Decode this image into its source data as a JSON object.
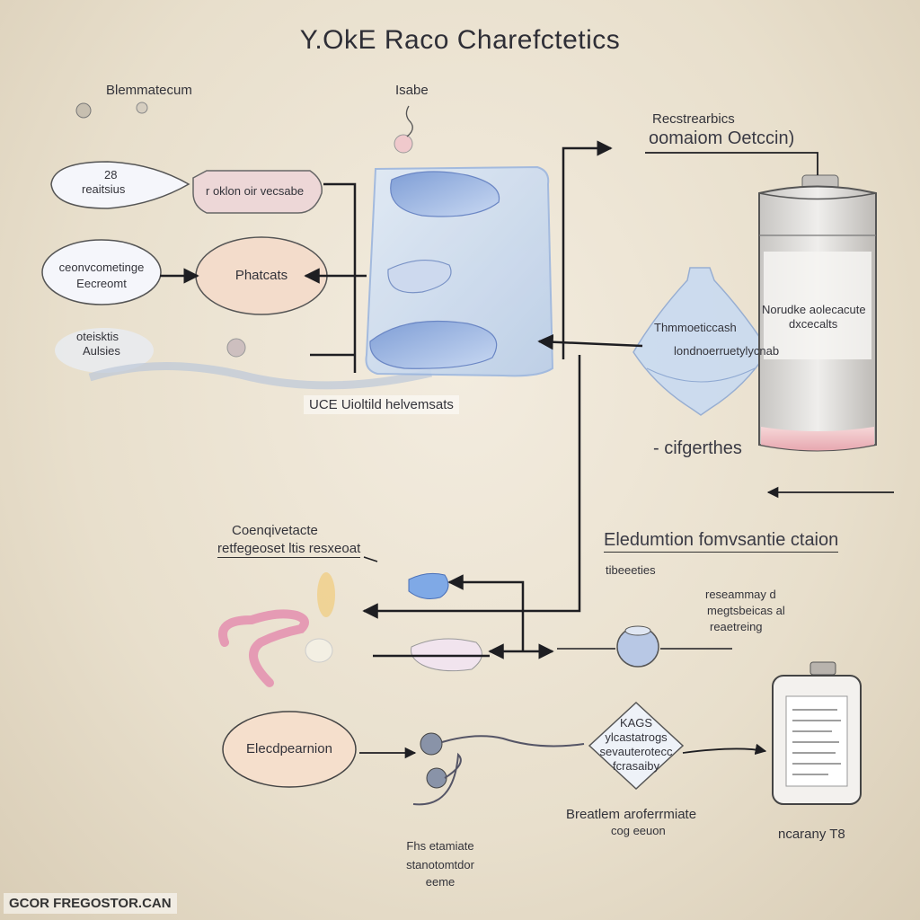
{
  "title": "Y.OkE Raco Charefctetics",
  "labels": {
    "top_left": "Blemmatecum",
    "top_center": "Isabe",
    "top_right_1": "Recstrearbics",
    "top_right_2": "oomaiom Oetccin)",
    "bubble_1_num": "28",
    "bubble_1": "reaitsius",
    "bubble_2": "r oklon oir vecsabe",
    "oval_left_1": "ceonvcometinge",
    "oval_left_2": "Eecreomt",
    "oval_center": "Phatcats",
    "cloud_1": "oteisktis",
    "cloud_2": "Aulsies",
    "caption_mid": "UCE Uioltild helvemsats",
    "flask_1": "Thmmoeticcash",
    "flask_2": "londnoerruetylycnab",
    "tank_1": "Norudke aolecacute",
    "tank_2": "dxcecalts",
    "arrow_label": "- cifgerthes",
    "section_heading": "Eledumtion fomvsantie ctaion",
    "left_mid_1": "Coenqivetacte",
    "left_mid_2": "retfegeoset ltis resxeoat",
    "right_mid_top": "tibeeeties",
    "right_mid_1": "reseammay d",
    "right_mid_2": "megtsbeicas al",
    "right_mid_3": "reaetreing",
    "oval_bottom": "Elecdpearnion",
    "diamond_1": "KAGS",
    "diamond_2": "ylcastatrogs",
    "diamond_3": "sevauterotecc",
    "diamond_4": "fcrasaiby",
    "bottom_right_1": "Breatlem aroferrmiate",
    "bottom_right_2": "cog eeuon",
    "bottom_center_1": "Fhs etamiate",
    "bottom_center_2": "stanotomtdor",
    "bottom_center_3": "eeme",
    "jar_label": "ncarany T8",
    "watermark": "GCOR FREGOSTOR.CAN"
  }
}
